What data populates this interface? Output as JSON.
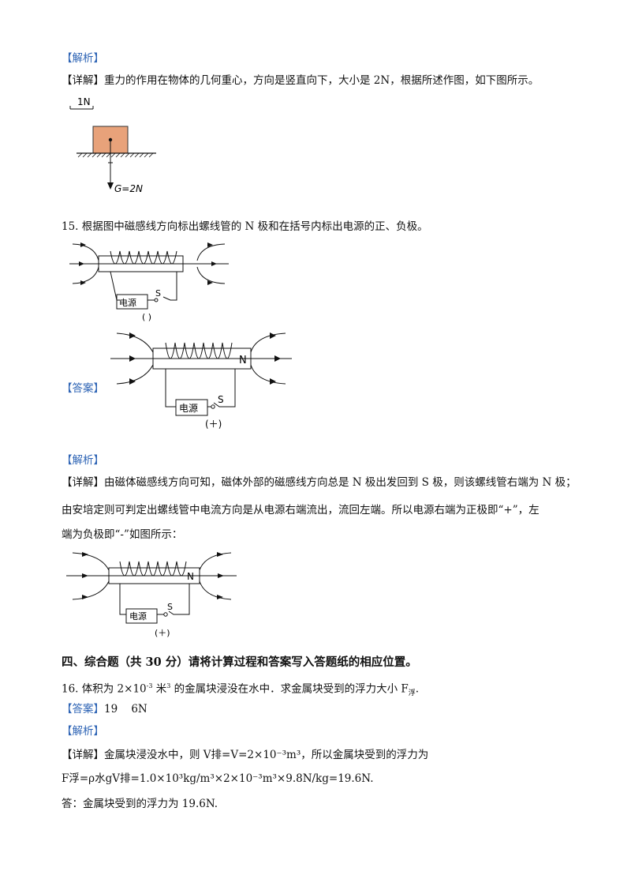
{
  "sections": {
    "analysis_tag_1": "【解析】",
    "detail_1_tag": "【详解】",
    "detail_1_text": "重力的作用在物体的几何重心，方向是竖直向下，大小是 2N，根据所述作图，如下图所示。",
    "fig1": {
      "scale_label": "1N",
      "force_label": "G=2N"
    },
    "q15": "15. 根据图中磁感线方向标出螺线管的 N 极和在括号内标出电源的正、负极。",
    "fig_q15": {
      "source_label": "电源",
      "switch_label": "S",
      "bracket": "(    )"
    },
    "answer_tag": "【答案】",
    "fig_ans": {
      "pole_label": "N",
      "source_label": "电源",
      "switch_label": "S",
      "bracket": "(＋)"
    },
    "analysis_tag_2": "【解析】",
    "detail_2_tag": "【详解】",
    "detail_2_line1": "由磁体磁感线方向可知，磁体外部的磁感线方向总是 N 极出发回到 S 极，则该螺线管右端为 N 极；",
    "detail_2_line2": "由安培定则可判定出螺线管中电流方向是从电源右端流出，流回左端。所以电源右端为正极即“+”，左",
    "detail_2_line3": "端为负极即“-”如图所示：",
    "fig_detail": {
      "pole_label": "N",
      "source_label": "电源",
      "switch_label": "S",
      "bracket": "(＋)"
    },
    "part4_heading": "四、综合题（共 30 分）请将计算过程和答案写入答题纸的相应位置。",
    "q16_pre": "16. 体积为 2×10",
    "q16_exp": "-3",
    "q16_mid": " 米",
    "q16_exp2": "3",
    "q16_post": " 的金属块浸没在水中．求金属块受到的浮力大小 F",
    "q16_sub": "浮",
    "q16_end": ".",
    "answer_tag_2": "【答案】",
    "answer_2": "19    6N",
    "analysis_tag_3": "【解析】",
    "detail_3_tag": "【详解】",
    "detail_3_line1": "金属块浸没水中，则 V排=V=2×10⁻³m³，所以金属块受到的浮力为",
    "detail_3_line2": "F浮=ρ水gV排=1.0×10³kg/m³×2×10⁻³m³×9.8N/kg=19.6N.",
    "final_answer": "答：金属块受到的浮力为 19.6N."
  }
}
